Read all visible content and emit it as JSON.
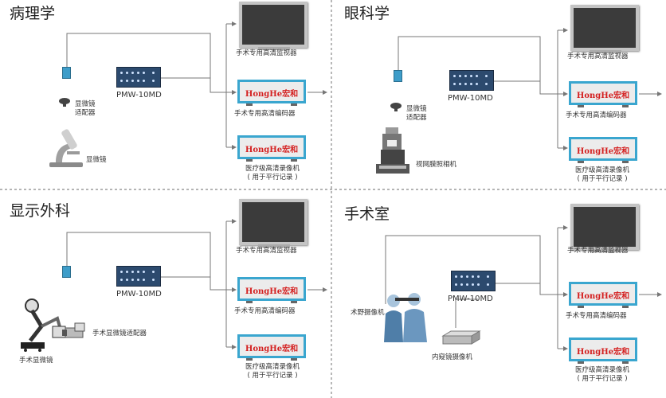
{
  "quadrants": {
    "pathology": {
      "title": "病理学",
      "model": "PMW-10MD",
      "adapter": "显微镜\n适配器",
      "source": "显微镜",
      "monitor": "手术专用高清监视器",
      "encoder_label": "手术专用高清编码器",
      "recorder_label": "医疗级高清录像机",
      "recorder_note": "( 用于平行记录 )",
      "brand": "HongHe宏和"
    },
    "ophthalmology": {
      "title": "眼科学",
      "model": "PMW-10MD",
      "adapter": "显微镜\n适配器",
      "source": "视网膜照相机",
      "monitor": "手术专用高清监视器",
      "encoder_label": "手术专用高清编码器",
      "recorder_label": "医疗级高清录像机",
      "recorder_note": "( 用于平行记录 )",
      "brand": "HongHe宏和"
    },
    "microsurgery": {
      "title": "显示外科",
      "model": "PMW-10MD",
      "adapter": "手术显微镜适配器",
      "source": "手术显微镜",
      "monitor": "手术专用高清监视器",
      "encoder_label": "手术专用高清编码器",
      "recorder_label": "医疗级高清录像机",
      "recorder_note": "( 用于平行记录 )",
      "brand": "HongHe宏和"
    },
    "operating_room": {
      "title": "手术室",
      "model": "PMW-10MD",
      "field_camera": "术野摄像机",
      "endoscope": "内窥镜摄像机",
      "monitor": "手术专用高清监视器",
      "encoder_label": "手术专用高清编码器",
      "recorder_label": "医疗级高清录像机",
      "recorder_note": "( 用于平行记录 )",
      "brand": "HongHe宏和"
    }
  },
  "colors": {
    "brand_text": "#d41f1f",
    "device_border": "#3aa6cf",
    "line": "#777777"
  }
}
